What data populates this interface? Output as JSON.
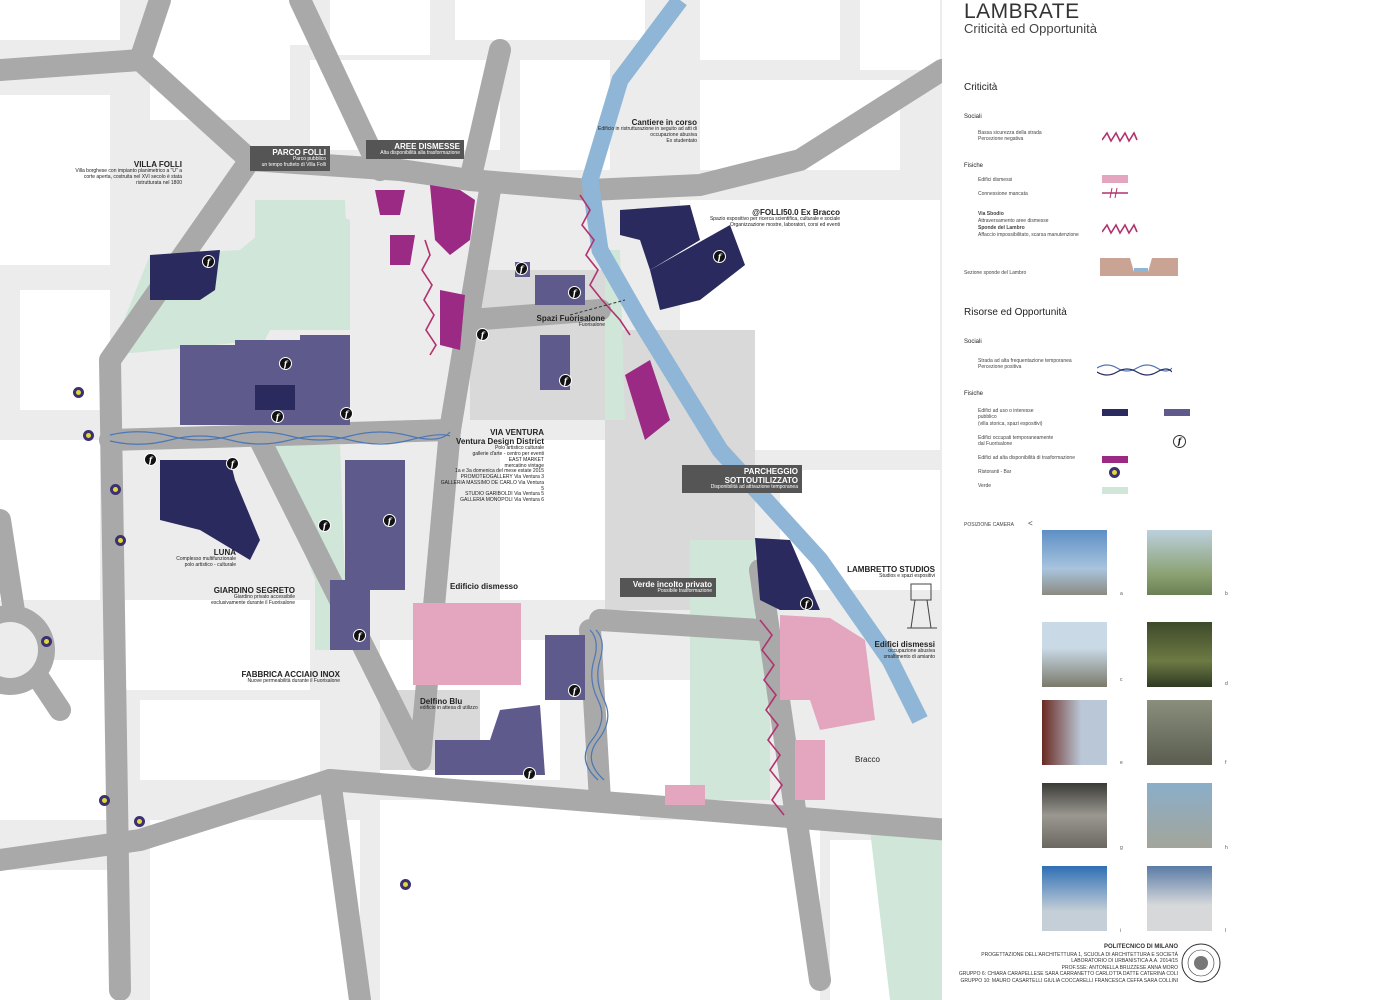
{
  "header": {
    "title": "LAMBRATE",
    "subtitle": "Criticità ed Opportunità"
  },
  "criticita": {
    "heading": "Criticità",
    "sociali_label": "Sociali",
    "sociali_item": "Bassa sicurezza della strada\nPercezione negativa",
    "fisiche_label": "Fisiche",
    "edifici_dismessi": "Edifici dismessi",
    "connessione_mancata": "Connessione mancata",
    "via_sbodio": "Via Sbodio",
    "via_sbodio_desc": "Attraversamento aree dismesse",
    "sponde": "Sponde del Lambro",
    "sponde_desc": "Affaccio impossibilitato, scarsa manutenzione",
    "sezione": "Sezione sponde del Lambro"
  },
  "risorse": {
    "heading": "Risorse ed Opportunità",
    "sociali_label": "Sociali",
    "sociali_item": "Strada ad alta frequentazione temporanea\nPercezione positiva",
    "fisiche_label": "Fisiche",
    "edifici_uso": "Edifici ad uso o interesse\npubblico\n(villa storica, spazi espositivi)",
    "edifici_occupati": "Edifici occupati temporaneamente\ndal Fuorisalone",
    "edifici_alta": "Edifici ad alta disponibilità di trasformazione",
    "ristoranti": "Ristoranti - Bar",
    "verde": "Verde"
  },
  "camera": {
    "label": "POSIZIONE CAMERA",
    "photos": [
      "a",
      "b",
      "c",
      "d",
      "e",
      "f",
      "g",
      "h",
      "i",
      "l"
    ]
  },
  "footer": {
    "school": "POLITECNICO DI MILANO",
    "course": "PROGETTAZIONE DELL'ARCHITETTURA 1, SCUOLA DI ARCHITETTURA E SOCIETÀ",
    "lab": "LABORATORIO DI URBANISTICA  A.A. 2014/15",
    "prof": "PROF.SSE: ANTONELLA BRUZZESE  ANNA MORO",
    "gruppo6": "GRUPPO 6: CHIARA CARAPELLESE  SARA CARRANETTO  CARLOTTA DATTE  CATERINA COLI",
    "gruppo10": "GRUPPO 10: MAURO CASARTELLI  GIULIA COCCARELLI  FRANCESCA CEFFA  SARA COLLINI"
  },
  "map_labels": {
    "villa_folli_t": "VILLA FOLLI",
    "villa_folli_d": "Villa borghese con impianto planimetrico a \"U\" a corte aperta, costruita nel XVI secolo è stata ristrutturata nel 1800",
    "parco_folli_t": "PARCO FOLLI",
    "parco_folli_d": "Parco pubblico\nun tempo frutteto di Villa Folli",
    "aree_dismesse_t": "AREE DISMESSE",
    "aree_dismesse_d": "Alta disponibilità alla trasformazione",
    "cantiere_t": "Cantiere in corso",
    "cantiere_d": "Edificio in ristrutturazione in seguito ad atti di occupazione abusiva\nEx studentato",
    "folli_t": "@FOLLI50.0 Ex Bracco",
    "folli_d": "Spazio espositivo per ricerca scientifica, culturale e sociale\nOrganizzazione mostre, laboratori, corsi ed eventi",
    "spazi_t": "Spazi Fuorisalone",
    "spazi_d": "Fuorisalone",
    "via_ventura_t": "VIA VENTURA",
    "ventura_dd_t": "Ventura Design District",
    "ventura_d": "Polo artistico culturale\ngallerie d'arte - centro per eventi\nEAST MARKET\nmercatino vintage\n1a e 3a domenica del mese estate 2015\nPROMOTEOGALLERY Via Ventura 3\nGALLERIA MASSIMO DE CARLO Via Ventura 5\nSTUDIO GARIBOLDI Via Ventura 5\nGALLERIA MONOPOLI Via Ventura 6",
    "parcheggio_t": "PARCHEGGIO SOTTOUTILIZZATO",
    "parcheggio_d": "Disponibilità ad attivazione temporanea",
    "luna_t": "LUNA",
    "luna_d": "Complesso multifunzionale\npolo artistico - culturale",
    "giardino_t": "GIARDINO SEGRETO",
    "giardino_d": "Giardino privato accessibile\nesclusivamente durante il Fuorisalone",
    "edificio_dismesso_t": "Edificio dismesso",
    "verde_incolto_t": "Verde incolto privato",
    "verde_incolto_d": "Possibile trasformazione",
    "lambretto_t": "LAMBRETTO STUDIOS",
    "lambretto_d": "Studios e spazi espositivi",
    "fabbrica_t": "FABBRICA ACCIAIO INOX",
    "fabbrica_d": "Nuove permeabilità durante il Fuorisalone",
    "delfino_t": "Delfino Blu",
    "delfino_d": "edificio in attesa di utilizzo",
    "edifici_dismessi_t": "Edifici dismessi",
    "edifici_dismessi_d": "occupazione abusiva\nsmaltimento di amianto",
    "bracco_t": "Bracco"
  },
  "colors": {
    "road": "#a9a9a9",
    "river": "#8fb6d6",
    "green": "#cfe6d8",
    "navy": "#2a2a5e",
    "slate": "#5e5a8c",
    "magenta": "#9b2a84",
    "pink": "#e4a6bf",
    "yellow": "#e3d63a"
  },
  "icons": [
    "fuorisalone-icon",
    "restaurant-icon",
    "camera-icon"
  ]
}
